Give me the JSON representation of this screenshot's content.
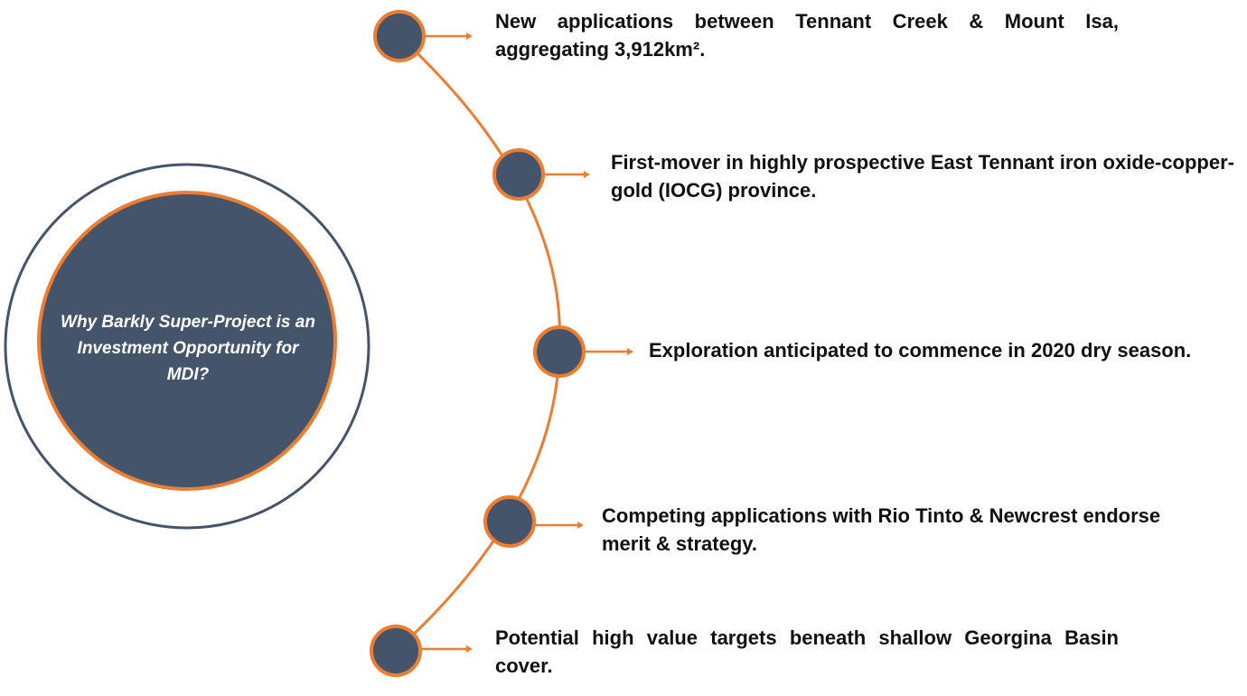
{
  "title": "Why Barkly Super-Project is an Investment Opportunity for MDI?",
  "points": [
    {
      "text": "New applications between Tennant Creek & Mount Isa, aggregating 3,912km²."
    },
    {
      "text": "First-mover in highly prospective East Tennant iron oxide-copper-gold (IOCG) province."
    },
    {
      "text": "Exploration anticipated to commence in 2020 dry season."
    },
    {
      "text": "Competing applications with Rio Tinto & Newcrest endorse merit & strategy."
    },
    {
      "text": "Potential high value targets beneath shallow Georgina Basin cover."
    }
  ],
  "colors": {
    "node_fill": "#44546a",
    "accent_orange": "#ed7d31",
    "outer_ring": "#44546a",
    "text": "#111111",
    "title_text": "#ffffff"
  }
}
